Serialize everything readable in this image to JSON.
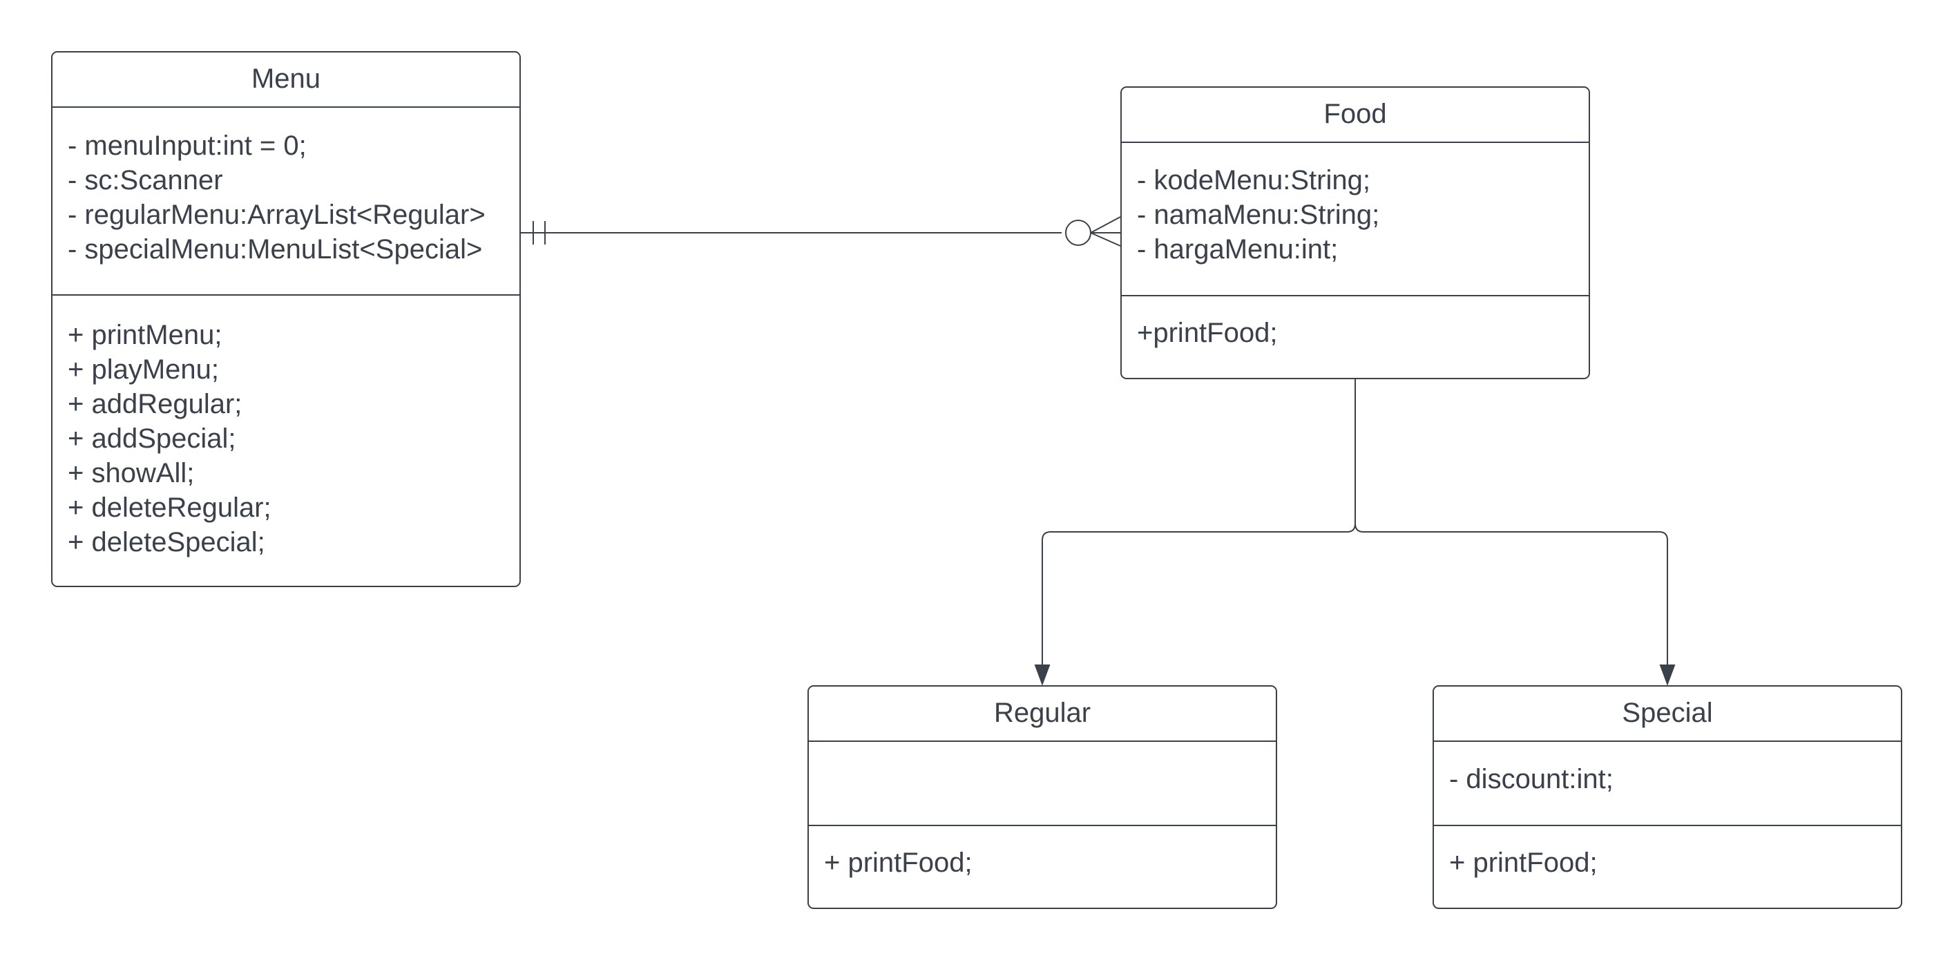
{
  "classes": {
    "menu": {
      "name": "Menu",
      "attributes": [
        "- menuInput:int = 0;",
        "- sc:Scanner",
        "- regularMenu:ArrayList<Regular>",
        "- specialMenu:MenuList<Special>"
      ],
      "operations": [
        "+ printMenu;",
        "+ playMenu;",
        "+ addRegular;",
        "+ addSpecial;",
        "+ showAll;",
        "+ deleteRegular;",
        "+ deleteSpecial;"
      ]
    },
    "food": {
      "name": "Food",
      "attributes": [
        "- kodeMenu:String;",
        "- namaMenu:String;",
        "- hargaMenu:int;"
      ],
      "operations": [
        "+printFood;"
      ]
    },
    "regular": {
      "name": "Regular",
      "attributes": [],
      "operations": [
        "+ printFood;"
      ]
    },
    "special": {
      "name": "Special",
      "attributes": [
        "- discount:int;"
      ],
      "operations": [
        "+ printFood;"
      ]
    }
  },
  "relationships": {
    "menu_food": {
      "type": "association",
      "from_multiplicity": "exactly-one",
      "to_multiplicity": "zero-or-many"
    },
    "inheritance": {
      "type": "generalization",
      "parent": "Food",
      "children": [
        "Regular",
        "Special"
      ]
    }
  },
  "colors": {
    "stroke": "#3a414a",
    "background": "#ffffff",
    "text": "#3a414a"
  }
}
